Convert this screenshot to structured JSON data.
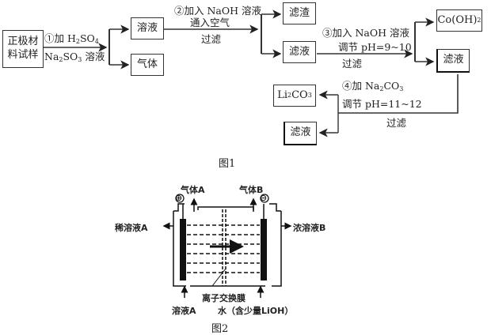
{
  "figure1": {
    "caption": "图1",
    "start_box": {
      "line1": "正极材",
      "line2": "料试样"
    },
    "step1": {
      "label_a": "①加 H",
      "label_a_sub": "2",
      "label_a_tail": "SO",
      "label_a_sub2": "4",
      "label_b": "Na",
      "label_b_sub": "2",
      "label_b_mid": "SO",
      "label_b_sub2": "3",
      "label_b_tail": " 溶液"
    },
    "box_solution": "溶液",
    "box_gas": "气体",
    "step2": {
      "line1": "②加入 NaOH 溶液",
      "line2": "通入空气",
      "line3": "过滤"
    },
    "box_residue": "滤渣",
    "box_filtrate1": "滤液",
    "step3": {
      "line1": "③加入 NaOH 溶液",
      "line2": "调节 pH=9~10",
      "line3": "过滤"
    },
    "box_cooh": {
      "text": "Co(OH)",
      "sub": "2"
    },
    "box_filtrate2": "滤液",
    "step4": {
      "line1_a": "④加 Na",
      "line1_sub": "2",
      "line1_b": "CO",
      "line1_sub2": "3",
      "line2": "调节 pH=11~12",
      "line3": "过滤"
    },
    "box_li2co3": {
      "a": "Li",
      "sub": "2",
      "b": "CO",
      "sub2": "3"
    },
    "box_filtrate3": "滤液"
  },
  "figure2": {
    "caption": "图2",
    "gas_a": "气体A",
    "gas_b": "气体B",
    "anode_symbol": "⊕",
    "cathode_symbol": "⊖",
    "dilute_out": "稀溶液A",
    "conc_out": "浓溶液B",
    "membrane": "离子交换膜",
    "solution_in": "溶液A",
    "water_in": "水（含少量LiOH）"
  }
}
